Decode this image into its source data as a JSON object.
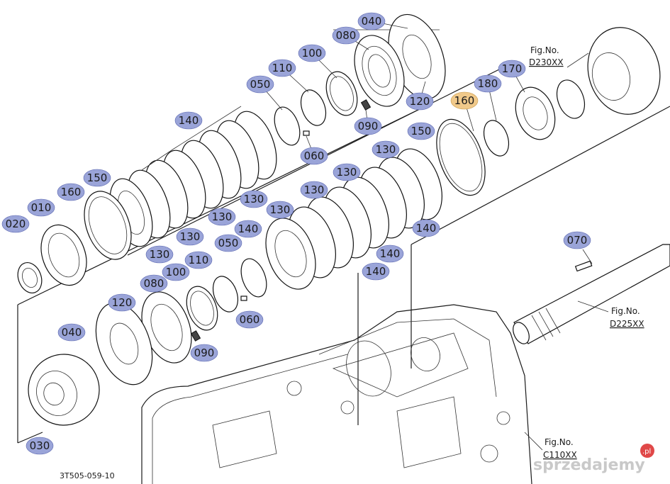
{
  "diagram": {
    "code": "3T505-059-10",
    "callouts": [
      {
        "id": "c-040a",
        "label": "040"
      },
      {
        "id": "c-080a",
        "label": "080"
      },
      {
        "id": "c-100a",
        "label": "100"
      },
      {
        "id": "c-110a",
        "label": "110"
      },
      {
        "id": "c-050a",
        "label": "050"
      },
      {
        "id": "c-120a",
        "label": "120"
      },
      {
        "id": "c-090a",
        "label": "090"
      },
      {
        "id": "c-060a",
        "label": "060"
      },
      {
        "id": "c-160",
        "label": "160",
        "highlight": true
      },
      {
        "id": "c-180",
        "label": "180"
      },
      {
        "id": "c-170",
        "label": "170"
      },
      {
        "id": "c-140a",
        "label": "140"
      },
      {
        "id": "c-150a",
        "label": "150"
      },
      {
        "id": "c-160b",
        "label": "160"
      },
      {
        "id": "c-010",
        "label": "010"
      },
      {
        "id": "c-020",
        "label": "020"
      },
      {
        "id": "c-130a",
        "label": "130"
      },
      {
        "id": "c-130b",
        "label": "130"
      },
      {
        "id": "c-130c",
        "label": "130"
      },
      {
        "id": "c-130d",
        "label": "130"
      },
      {
        "id": "c-150b",
        "label": "150"
      },
      {
        "id": "c-130e",
        "label": "130"
      },
      {
        "id": "c-130f",
        "label": "130"
      },
      {
        "id": "c-130g",
        "label": "130"
      },
      {
        "id": "c-130h",
        "label": "130"
      },
      {
        "id": "c-140b",
        "label": "140"
      },
      {
        "id": "c-140c",
        "label": "140"
      },
      {
        "id": "c-140d",
        "label": "140"
      },
      {
        "id": "c-140e",
        "label": "140"
      },
      {
        "id": "c-050b",
        "label": "050"
      },
      {
        "id": "c-110b",
        "label": "110"
      },
      {
        "id": "c-100b",
        "label": "100"
      },
      {
        "id": "c-080b",
        "label": "080"
      },
      {
        "id": "c-120b",
        "label": "120"
      },
      {
        "id": "c-060b",
        "label": "060"
      },
      {
        "id": "c-090b",
        "label": "090"
      },
      {
        "id": "c-040b",
        "label": "040"
      },
      {
        "id": "c-030",
        "label": "030"
      },
      {
        "id": "c-070",
        "label": "070"
      }
    ],
    "fig_refs": [
      {
        "id": "f1",
        "prefix": "Fig.No.",
        "code": "D230XX"
      },
      {
        "id": "f2",
        "prefix": "Fig.No.",
        "code": "D225XX"
      },
      {
        "id": "f3",
        "prefix": "Fig.No.",
        "code": "C110XX"
      }
    ],
    "watermark": "sprzedajemy",
    "watermark_suffix": ".pl",
    "colors": {
      "callout": "#9aa4d8",
      "callout_highlight": "#f0c98a",
      "line": "#1a1a1a"
    }
  }
}
